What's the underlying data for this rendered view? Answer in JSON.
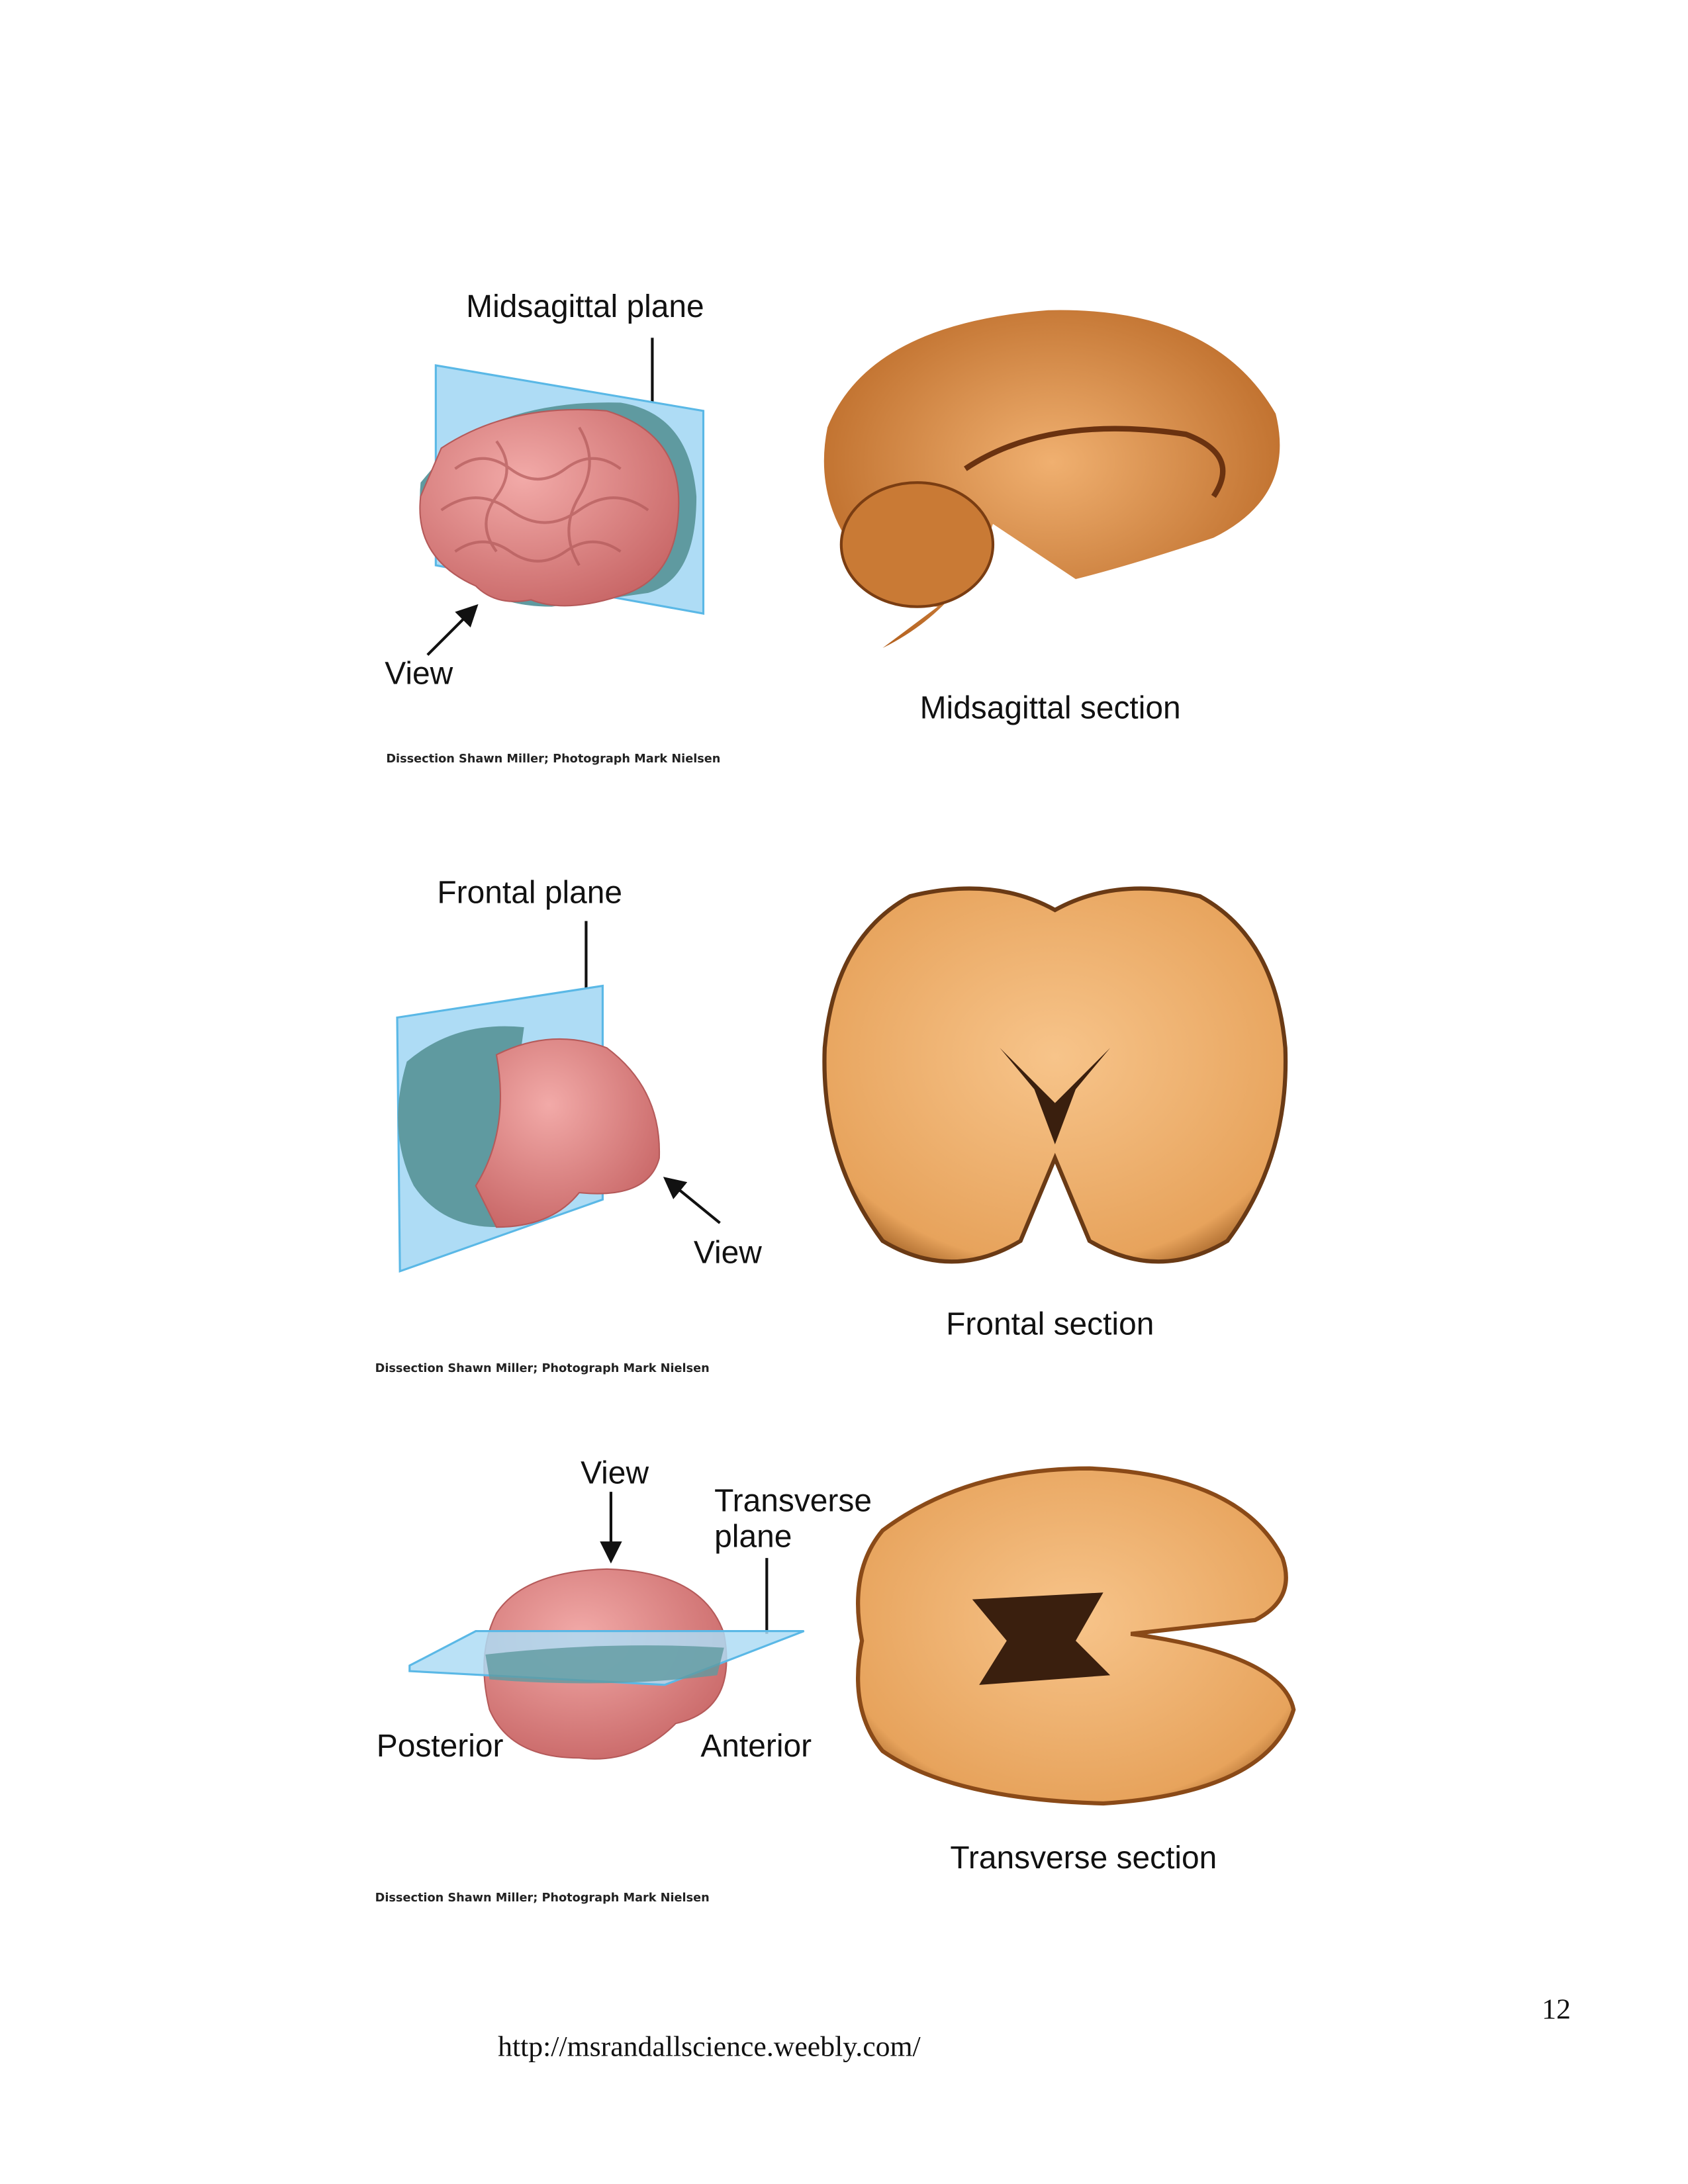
{
  "sections": [
    {
      "plane_label": "Midsagittal plane",
      "view_label": "View",
      "section_label": "Midsagittal section",
      "credit": "Dissection Shawn Miller; Photograph Mark Nielsen"
    },
    {
      "plane_label": "Frontal plane",
      "view_label": "View",
      "section_label": "Frontal section",
      "credit": "Dissection Shawn Miller; Photograph Mark Nielsen"
    },
    {
      "plane_label_line1": "Transverse",
      "plane_label_line2": "plane",
      "view_label": "View",
      "posterior_label": "Posterior",
      "anterior_label": "Anterior",
      "section_label": "Transverse section",
      "credit": "Dissection Shawn Miller; Photograph Mark Nielsen"
    }
  ],
  "footer": {
    "page_number": "12",
    "url": "http://msrandallscience.weebly.com/"
  },
  "colors": {
    "plane": "#a8dcf5",
    "brain_pink": "#e58a8a",
    "brain_cut": "#5f9aa0",
    "specimen": "#d98a3e"
  }
}
